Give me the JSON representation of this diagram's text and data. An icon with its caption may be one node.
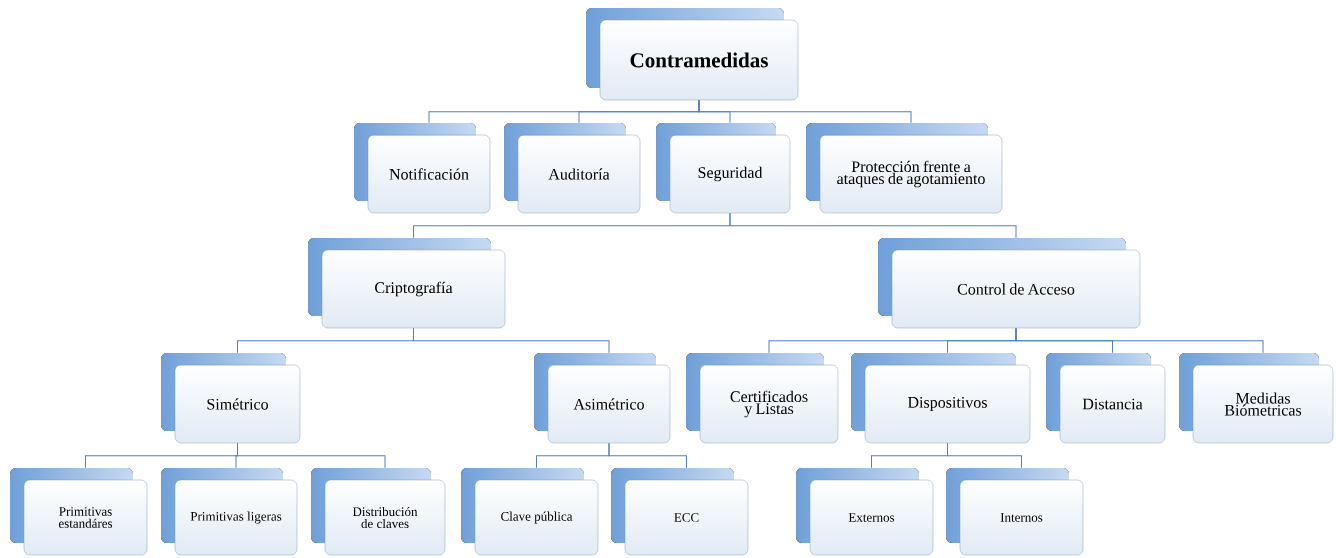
{
  "diagram": {
    "nodes": [
      {
        "text": [
          "Contramedidas"
        ]
      },
      {
        "text": [
          "Notificación"
        ]
      },
      {
        "text": [
          "Auditoría"
        ]
      },
      {
        "text": [
          "Seguridad"
        ]
      },
      {
        "text": [
          "Protección frente a ataques de agotamiento"
        ]
      },
      {
        "text": [
          "Criptografía"
        ]
      },
      {
        "text": [
          "Control de Acceso"
        ]
      },
      {
        "text": [
          "Simétrico"
        ]
      },
      {
        "text": [
          "Asimétrico"
        ]
      },
      {
        "text": [
          "Certificados y Listas"
        ]
      },
      {
        "text": [
          "Dispositivos"
        ]
      },
      {
        "text": [
          "Distancia"
        ]
      },
      {
        "text": [
          "Medidas Biómetricas"
        ]
      },
      {
        "text": [
          "Primitivas estandáres"
        ]
      },
      {
        "text": [
          "Primitivas ligeras"
        ]
      },
      {
        "text": [
          "Distribución de claves"
        ]
      },
      {
        "text": [
          "Clave pública"
        ]
      },
      {
        "text": [
          "ECC"
        ]
      },
      {
        "text": [
          "Externos"
        ]
      },
      {
        "text": [
          "Internos"
        ]
      }
    ],
    "edges": [
      {
        "from": 0,
        "to": 1,
        "arrow": "none"
      },
      {
        "from": 0,
        "to": 2,
        "arrow": "none"
      },
      {
        "from": 0,
        "to": 3,
        "arrow": "none"
      },
      {
        "from": 0,
        "to": 4,
        "arrow": "none"
      },
      {
        "from": 3,
        "to": 5,
        "arrow": "none"
      },
      {
        "from": 3,
        "to": 6,
        "arrow": "none"
      },
      {
        "from": 5,
        "to": 7,
        "arrow": "none"
      },
      {
        "from": 5,
        "to": 8,
        "arrow": "none"
      },
      {
        "from": 6,
        "to": 9,
        "arrow": "none"
      },
      {
        "from": 6,
        "to": 10,
        "arrow": "none"
      },
      {
        "from": 6,
        "to": 11,
        "arrow": "none"
      },
      {
        "from": 6,
        "to": 12,
        "arrow": "none"
      },
      {
        "from": 7,
        "to": 13,
        "arrow": "none"
      },
      {
        "from": 7,
        "to": 14,
        "arrow": "none"
      },
      {
        "from": 7,
        "to": 15,
        "arrow": "none"
      },
      {
        "from": 8,
        "to": 16,
        "arrow": "none"
      },
      {
        "from": 8,
        "to": 17,
        "arrow": "none"
      },
      {
        "from": 10,
        "to": 18,
        "arrow": "none"
      },
      {
        "from": 10,
        "to": 19,
        "arrow": "none"
      }
    ]
  }
}
